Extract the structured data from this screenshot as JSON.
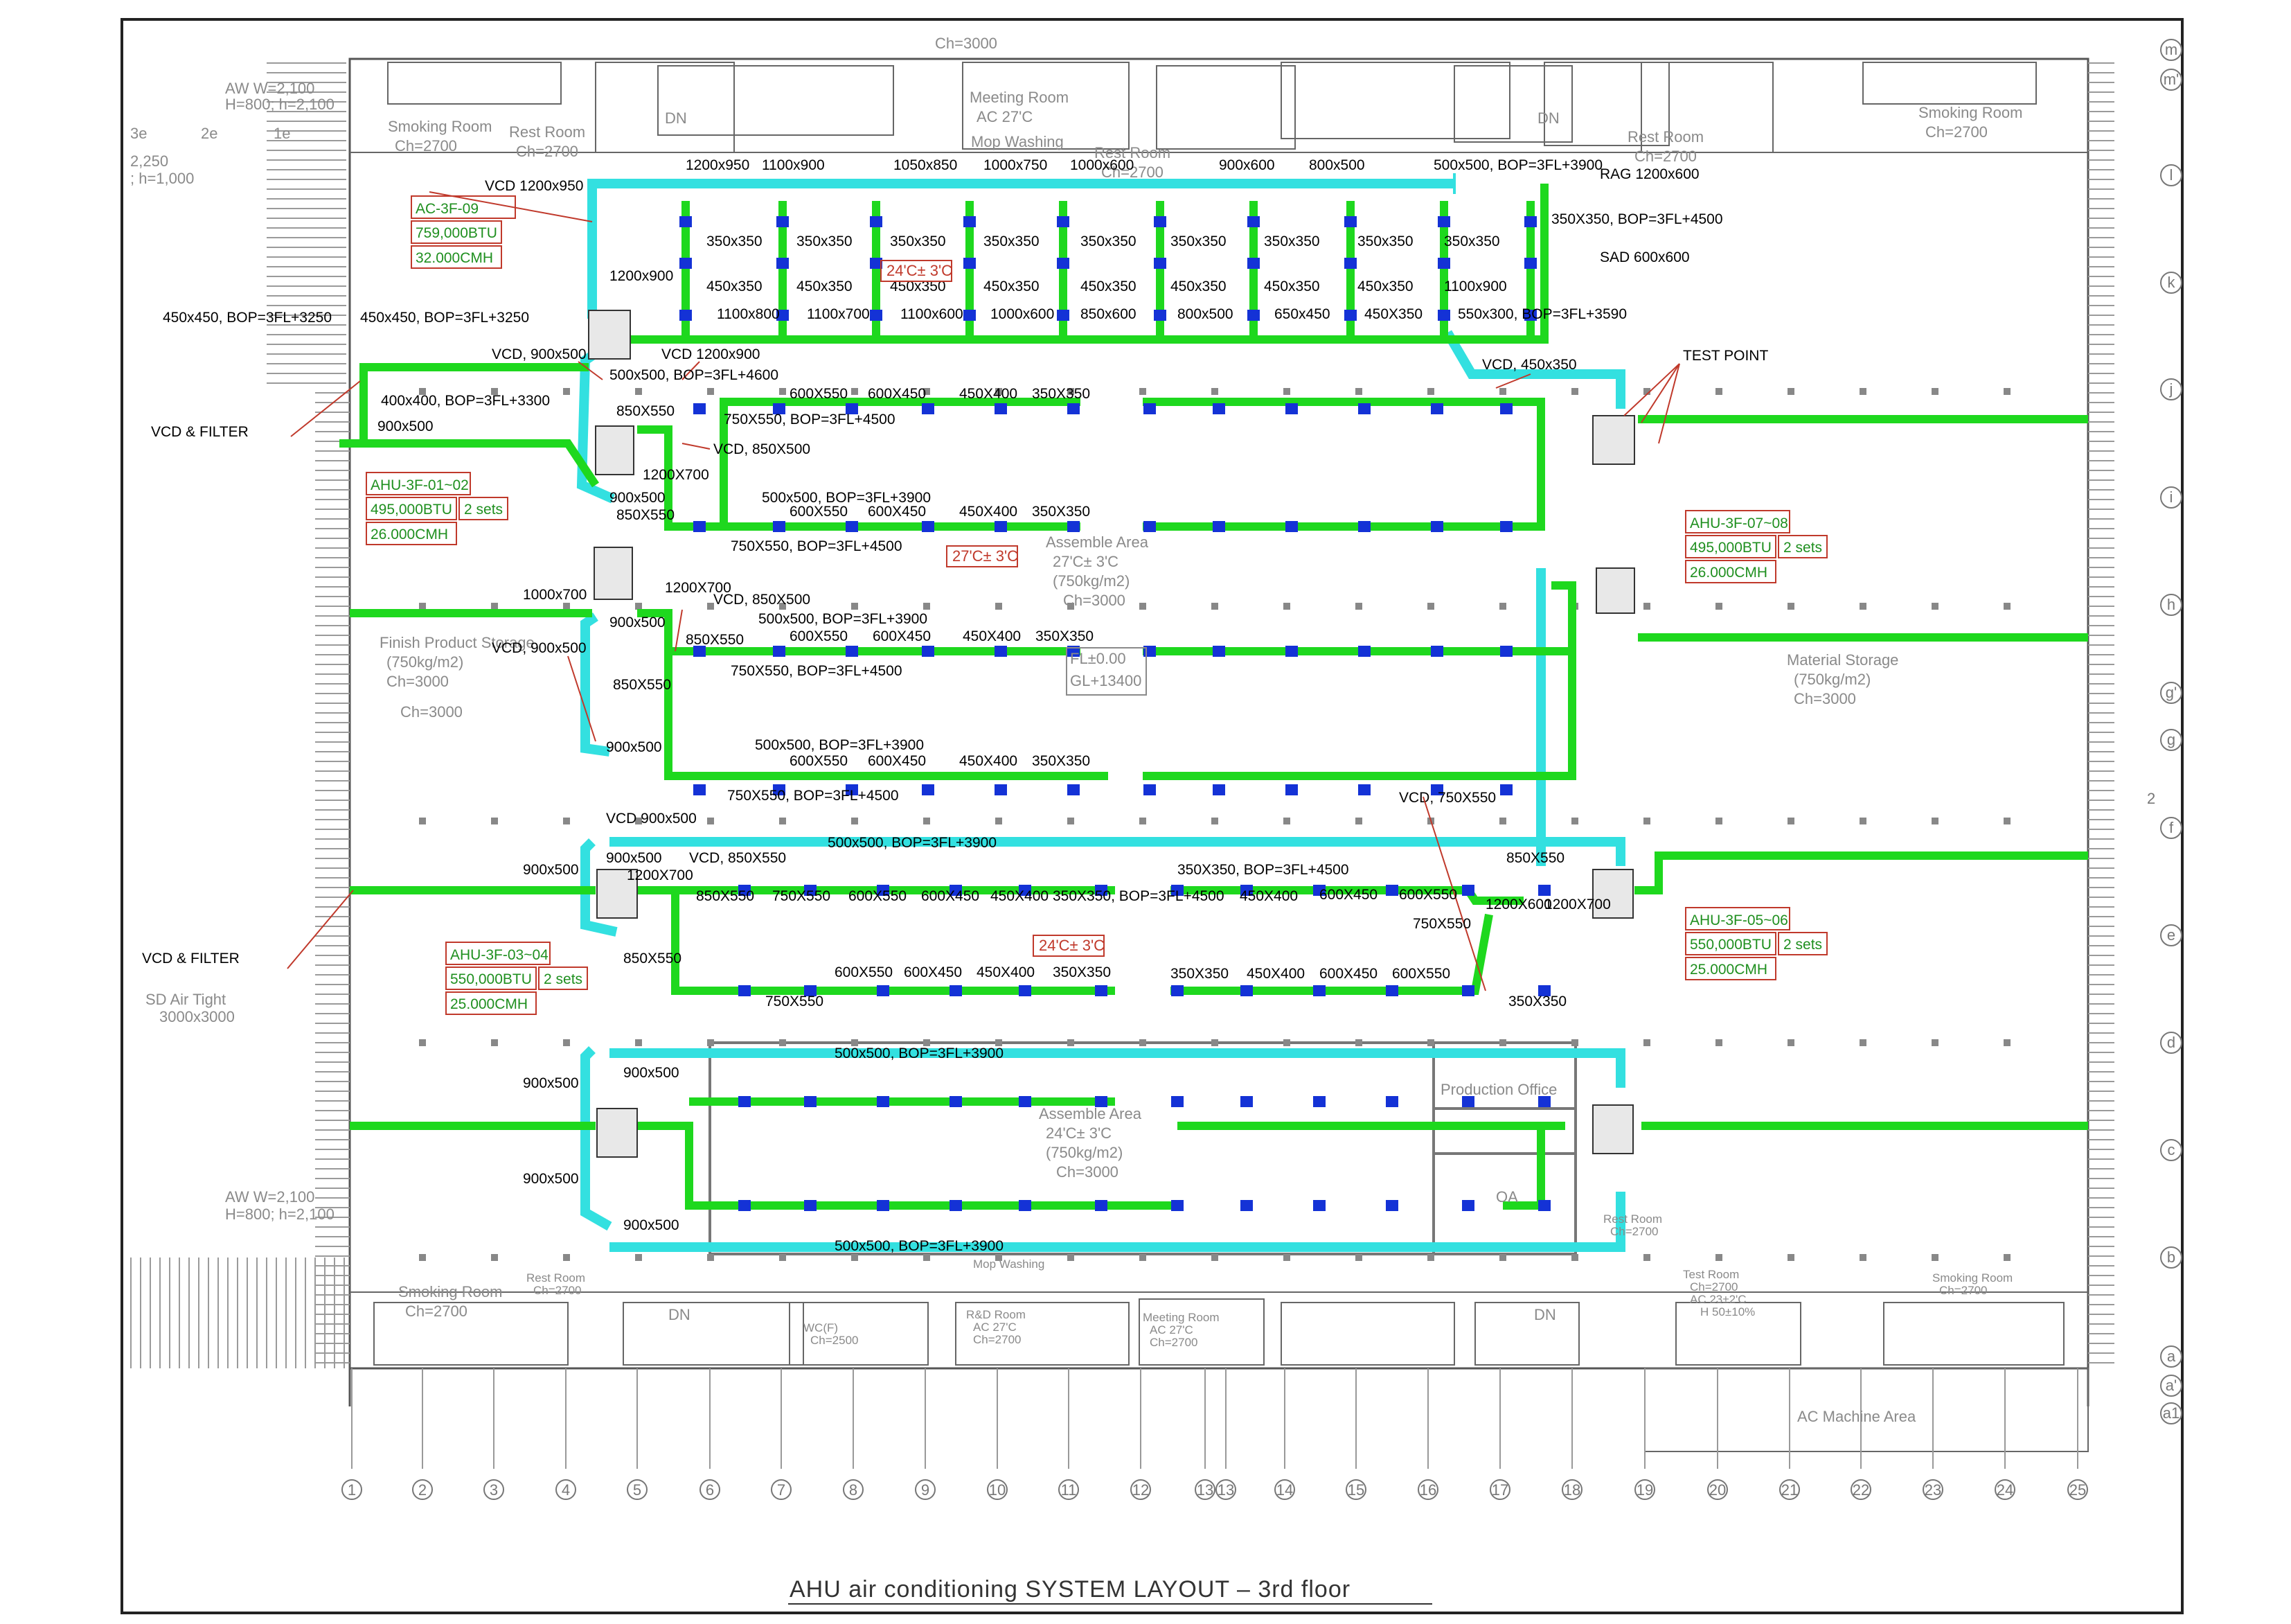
{
  "title": "AHU air conditioning SYSTEM LAYOUT  – 3rd floor",
  "colors": {
    "supply_duct": "#1ed81e",
    "return_duct": "#33e0e0",
    "diffuser": "#1432d6",
    "callout": "#c0392b",
    "architecture": "#8a8a8a"
  },
  "grid": {
    "columns": [
      "1",
      "2",
      "3",
      "4",
      "5",
      "6",
      "7",
      "8",
      "9",
      "10",
      "11",
      "12",
      "13",
      "13",
      "14",
      "15",
      "16",
      "17",
      "18",
      "19",
      "20",
      "21",
      "22",
      "23",
      "24",
      "25"
    ],
    "rows_top": [
      "m",
      "m'",
      "l",
      "k",
      "j",
      "i",
      "h",
      "g'",
      "g",
      "f",
      "e",
      "d",
      "c",
      "b",
      "a",
      "a'",
      "a1"
    ],
    "north_mark": "2"
  },
  "rooms": [
    {
      "name": "Smoking Room",
      "ch": "Ch=2700"
    },
    {
      "name": "Rest Room",
      "ch": "Ch=2700"
    },
    {
      "name": "Meeting Room",
      "ch": "AC 27'C"
    },
    {
      "name": "Mop Washing",
      "ch": ""
    },
    {
      "name": "Rest Room",
      "ch": "Ch=2700"
    },
    {
      "name": "Rest Room",
      "ch": "Ch=2700"
    },
    {
      "name": "Smoking Room",
      "ch": "Ch=2700"
    },
    {
      "name": "Finish Product Storage",
      "ch": "(750kg/m2)",
      "ch2": "Ch=3000"
    },
    {
      "name": "Assemble Area",
      "ch": "27'C± 3'C",
      "ch2": "(750kg/m2)",
      "ch3": "Ch=3000"
    },
    {
      "name": "Material Storage",
      "ch": "(750kg/m2)",
      "ch2": "Ch=3000"
    },
    {
      "name": "Assemble Area",
      "ch": "24'C± 3'C",
      "ch2": "(750kg/m2)",
      "ch3": "Ch=3000"
    },
    {
      "name": "Production Office",
      "ch": ""
    },
    {
      "name": "Smoking Room",
      "ch": "Ch=2700"
    },
    {
      "name": "Rest Room",
      "ch": "Ch=2700"
    },
    {
      "name": "WC(F)",
      "ch": "Ch=2500"
    },
    {
      "name": "Mop Washing",
      "ch": ""
    },
    {
      "name": "R&D Room",
      "ch": "AC 27'C",
      "ch2": "Ch=2700"
    },
    {
      "name": "Meeting Room",
      "ch": "AC 27'C",
      "ch2": "Ch=2700"
    },
    {
      "name": "Test Room",
      "ch": "Ch=2700",
      "ch2": "AC 23±2'C",
      "ch3": "H 50±10%"
    },
    {
      "name": "Smoking Room",
      "ch": "Ch=2700"
    },
    {
      "name": "Rest Room",
      "ch": "Ch=2700"
    },
    {
      "name": "AC Machine Area",
      "ch": ""
    }
  ],
  "arch_notes": [
    "Ch=3000",
    "AW W=2,100",
    "H=800; h=2,100",
    "2,250",
    "; h=1,000",
    "3e",
    "2e",
    "1e",
    "SD Air Tight",
    "3000x3000",
    "AW W=2,100",
    "H=800; h=2,100",
    "Ch=3000",
    "FL±0.00",
    "GL+13400",
    "DN",
    "DN",
    "DN",
    "DN",
    "OA"
  ],
  "units": [
    {
      "id": "AC-3F-09",
      "btu": "759,000BTU",
      "cmh": "32.000CMH",
      "sets": ""
    },
    {
      "id": "AHU-3F-01~02",
      "btu": "495,000BTU",
      "cmh": "26.000CMH",
      "sets": "2 sets"
    },
    {
      "id": "AHU-3F-07~08",
      "btu": "495,000BTU",
      "cmh": "26.000CMH",
      "sets": "2 sets"
    },
    {
      "id": "AHU-3F-03~04",
      "btu": "550,000BTU",
      "cmh": "25.000CMH",
      "sets": "2 sets"
    },
    {
      "id": "AHU-3F-05~06",
      "btu": "550,000BTU",
      "cmh": "25.000CMH",
      "sets": "2 sets"
    }
  ],
  "temps": [
    "24'C± 3'C",
    "27'C± 3'C",
    "24'C± 3'C"
  ],
  "callouts": [
    "VCD 1200x950",
    "450x450, BOP=3FL+3250",
    "450x450, BOP=3FL+3250",
    "VCD, 900x500",
    "VCD 1200x900",
    "VCD & FILTER",
    "VCD, 850X500",
    "VCD, 900x500",
    "VCD, 850X500",
    "VCD 900x500",
    "VCD, 850X550",
    "VCD & FILTER",
    "VCD, 450x350",
    "TEST POINT",
    "RAG 1200x600",
    "350X350, BOP=3FL+4500",
    "SAD 600x600",
    "VCD, 750X550"
  ],
  "duct_labels": [
    "1200x950",
    "1100x900",
    "1050x850",
    "1000x750",
    "1000x600",
    "900x600",
    "800x500",
    "500x500, BOP=3FL+3900",
    "350x350",
    "350x350",
    "350x350",
    "350x350",
    "350x350",
    "350x350",
    "350x350",
    "350x350",
    "350x350",
    "1200x900",
    "450x350",
    "450x350",
    "450x350",
    "450x350",
    "450x350",
    "450x350",
    "450x350",
    "450x350",
    "1100x900",
    "1100x800",
    "1100x700",
    "1100x600",
    "1000x600",
    "850x600",
    "800x500",
    "650x450",
    "450X350",
    "550x300, BOP=3FL+3590",
    "400x400, BOP=3FL+3300",
    "900x500",
    "500x500, BOP=3FL+4600",
    "850X550",
    "600X550",
    "600X450",
    "450X400",
    "350X350",
    "750X550, BOP=3FL+4500",
    "1200X700",
    "900x500",
    "500x500, BOP=3FL+3900",
    "850X550",
    "600X550",
    "600X450",
    "450X400",
    "350X350",
    "750X550, BOP=3FL+4500",
    "1000x700",
    "1200X700",
    "900x500",
    "500x500, BOP=3FL+3900",
    "850X550",
    "600X550",
    "600X450",
    "450X400",
    "350X350",
    "750X550, BOP=3FL+4500",
    "850X550",
    "900x500",
    "500x500, BOP=3FL+3900",
    "600X550",
    "600X450",
    "450X400",
    "350X350",
    "750X550, BOP=3FL+4500",
    "900x500",
    "900x500",
    "500x500, BOP=3FL+3900",
    "1200X700",
    "850X550",
    "750X550",
    "600X550",
    "600X450",
    "450X400",
    "350X350, BOP=3FL+4500",
    "350X350, BOP=3FL+4500",
    "450X400",
    "600X450",
    "600X550",
    "850X550",
    "1200X600",
    "1200X700",
    "750X550",
    "850X550",
    "600X550",
    "600X450",
    "450X400",
    "350X350",
    "750X550",
    "350X350",
    "450X400",
    "600X450",
    "600X550",
    "350X350",
    "900x500",
    "900x500",
    "500x500, BOP=3FL+3900",
    "900x500",
    "900x500",
    "500x500, BOP=3FL+3900"
  ]
}
